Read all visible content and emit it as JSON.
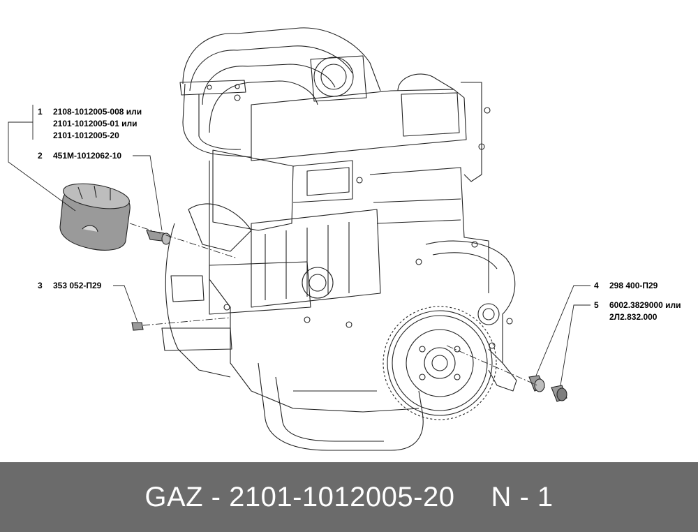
{
  "callouts": [
    {
      "num": "1",
      "lines": [
        "2108-1012005-008 или",
        "2101-1012005-01 или",
        "2101-1012005-20"
      ]
    },
    {
      "num": "2",
      "lines": [
        "451М-1012062-10"
      ]
    },
    {
      "num": "3",
      "lines": [
        "353 052-П29"
      ]
    },
    {
      "num": "4",
      "lines": [
        "298 400-П29"
      ]
    },
    {
      "num": "5",
      "lines": [
        "6002.3829000 или",
        "2Л2.832.000"
      ]
    }
  ],
  "footer": {
    "part_number": "GAZ - 2101-1012005-20",
    "position": "N - 1"
  },
  "colors": {
    "footer_bg": "#6b6b6b",
    "line": "#222222",
    "part_fill": "#9a9a9a"
  }
}
